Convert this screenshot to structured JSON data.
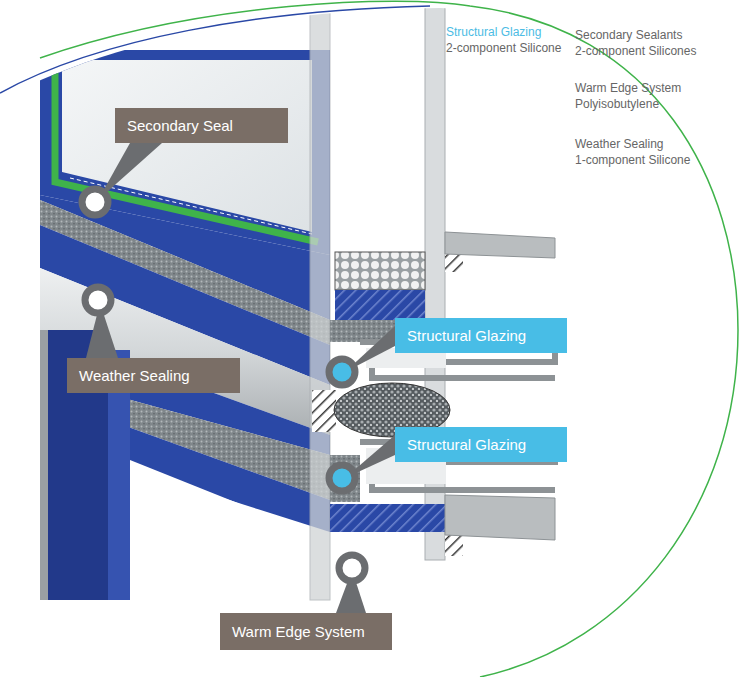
{
  "diagram": {
    "nodes": [
      {
        "text": [
          "Secondary Seal"
        ]
      },
      {
        "text": [
          "Structural Glazing"
        ]
      },
      {
        "text": [
          "Weather Sealing"
        ]
      },
      {
        "text": [
          "Structural Glazing"
        ]
      },
      {
        "text": [
          "Warm Edge System"
        ]
      }
    ],
    "labels": [
      "Structural Glazing",
      "2-component Silicone",
      "Secondary Sealants",
      "2-component Silicones",
      "Warm Edge System",
      "Polyisobutylene",
      "Weather Sealing",
      "1-component Silicone"
    ]
  }
}
